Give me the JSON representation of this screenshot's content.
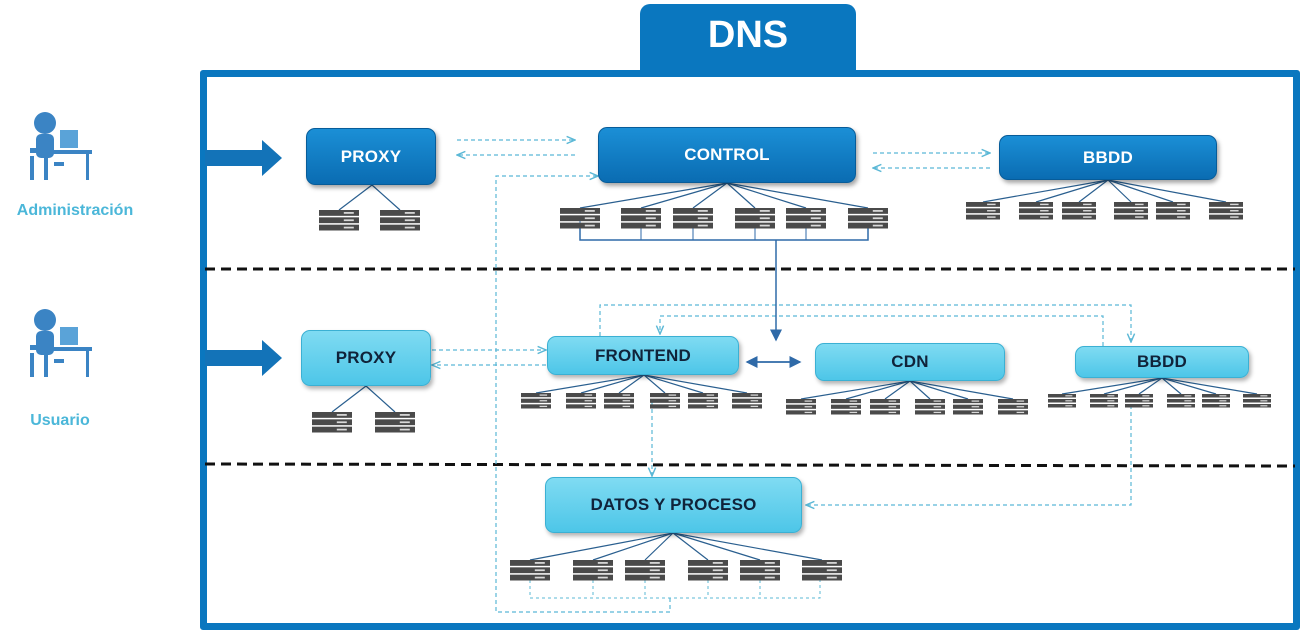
{
  "header": {
    "title": "DNS"
  },
  "actors": {
    "admin": {
      "label": "Administración",
      "icon": "admin-user-icon"
    },
    "user": {
      "label": "Usuario",
      "icon": "user-icon"
    }
  },
  "nodes": {
    "proxy_admin": "PROXY",
    "control": "CONTROL",
    "bbdd_admin": "BBDD",
    "proxy_user": "PROXY",
    "frontend": "FRONTEND",
    "cdn": "CDN",
    "bbdd_user": "BBDD",
    "datos": "DATOS Y PROCESO"
  },
  "colors": {
    "dark": "#0a77bf",
    "light": "#5ccbea",
    "server": "#4a4a4a",
    "dashed": "#5bb8d6"
  }
}
